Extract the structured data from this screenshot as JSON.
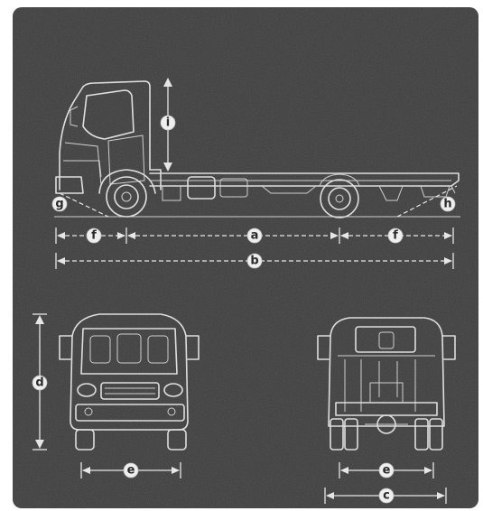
{
  "labels": {
    "a": "a",
    "b": "b",
    "c": "c",
    "d": "d",
    "e_front": "e",
    "e_rear": "e",
    "f_front": "f",
    "f_rear": "f",
    "g": "g",
    "h": "h",
    "i": "i"
  },
  "colors": {
    "panel_background": "#3d3d3d",
    "line_art": "#dedede",
    "label_badge": "#efefef"
  }
}
